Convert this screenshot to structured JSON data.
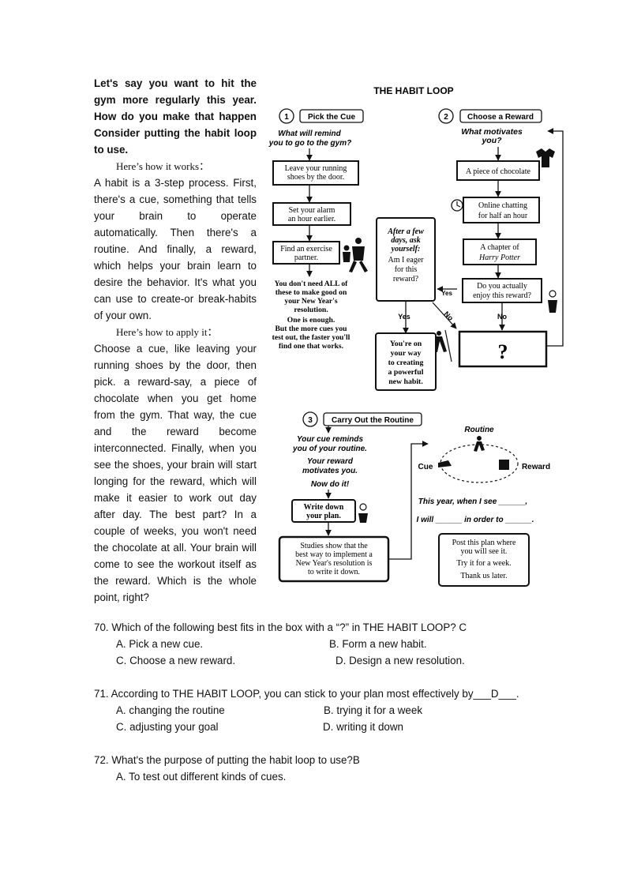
{
  "passage": {
    "intro": "Let's say you want to hit the gym more regularly this year. How do you make that happen Consider putting the habit loop to use.",
    "works_heading": "Here’s how it works：",
    "works_body": "A habit is a 3-step process. First, there's a cue, something that tells your brain to operate automatically. Then there's a routine. And finally, a reward, which helps your brain learn to desire the behavior. It's what you can use to create-or break-habits of your own.",
    "apply_heading": "Here’s how to apply it：",
    "apply_body": "Choose a cue, like leaving your running shoes by the door, then pick. a reward-say, a piece of chocolate when you get home from the gym. That way, the cue and the reward become interconnected. Finally, when you see the shoes, your brain will start longing for the reward, which will make it easier to work out day after day. The best part? In a couple of weeks, you won't need the chocolate at all. Your brain will come to see the workout itself as the reward. Which is the whole point, right?"
  },
  "diagram": {
    "title": "THE HABIT LOOP",
    "step1": {
      "num": "1",
      "label": "Pick the Cue",
      "question_l1": "What will remind",
      "question_l2": "you to go to the gym?"
    },
    "cue_boxes": [
      {
        "l1": "Leave your running",
        "l2": "shoes by the door."
      },
      {
        "l1": "Set your alarm",
        "l2": "an hour earlier."
      },
      {
        "l1": "Find an exercise",
        "l2": "partner."
      }
    ],
    "cue_note": [
      "You don't need ALL of",
      "these to make good on",
      "your New Year's",
      "resolution.",
      "One is enough.",
      "But the more cues you",
      "test out, the faster you'll",
      "find one that works."
    ],
    "ask_box": [
      "After a few",
      "days, ask",
      "yourself:",
      "Am I eager",
      "for this",
      "reward?"
    ],
    "yes_label": "Yes",
    "yes_label2": "Yes",
    "no_label": "No",
    "no_label2": "No",
    "success_box": [
      "You're on",
      "your way",
      "to creating",
      "a powerful",
      "new habit."
    ],
    "step2": {
      "num": "2",
      "label": "Choose a Reward",
      "question_l1": "What motivates",
      "question_l2": "you?"
    },
    "reward_boxes": [
      {
        "l1": "A piece of chocolate",
        "l2": ""
      },
      {
        "l1": "Online chatting",
        "l2": "for half an hour"
      },
      {
        "l1": "A chapter of",
        "l2": "Harry Potter"
      }
    ],
    "enjoy_box": {
      "l1": "Do you actually",
      "l2": "enjoy this reward?"
    },
    "mystery": "?",
    "step3": {
      "num": "3",
      "label": "Carry Out the Routine"
    },
    "routine_text": [
      "Your cue reminds",
      "you of your routine.",
      "Your reward",
      "motivates you.",
      "Now do it!"
    ],
    "write_box": {
      "l1": "Write down",
      "l2": "your plan."
    },
    "studies_box": [
      "Studies show that the",
      "best way to implement a",
      "New Year's resolution is",
      "to write it down."
    ],
    "loop": {
      "routine": "Routine",
      "cue": "Cue",
      "reward": "Reward"
    },
    "plan_l1": "This year, when I see ______,",
    "plan_l2": "I will ______ in order to ______.",
    "post_box": [
      "Post this plan where",
      "you will see it.",
      "Try it for a week.",
      "Thank us later."
    ]
  },
  "questions": [
    {
      "stem": "70. Which of the following best fits in the box with a “?” in THE HABIT LOOP?   C",
      "options": [
        [
          "A. Pick a new cue.",
          "B. Form a new habit."
        ],
        [
          "C. Choose a new reward.",
          "D. Design a new resolution."
        ]
      ]
    },
    {
      "stem": "71. According to THE HABIT LOOP, you can stick to your plan most effectively by___D___.",
      "options": [
        [
          "A. changing the routine",
          "B. trying it for a week"
        ],
        [
          "C. adjusting your goal",
          "D. writing it down"
        ]
      ]
    },
    {
      "stem": "72. What's the purpose of putting the habit loop to use?B",
      "options": [
        [
          "A. To test out different kinds of cues.",
          ""
        ]
      ]
    }
  ]
}
